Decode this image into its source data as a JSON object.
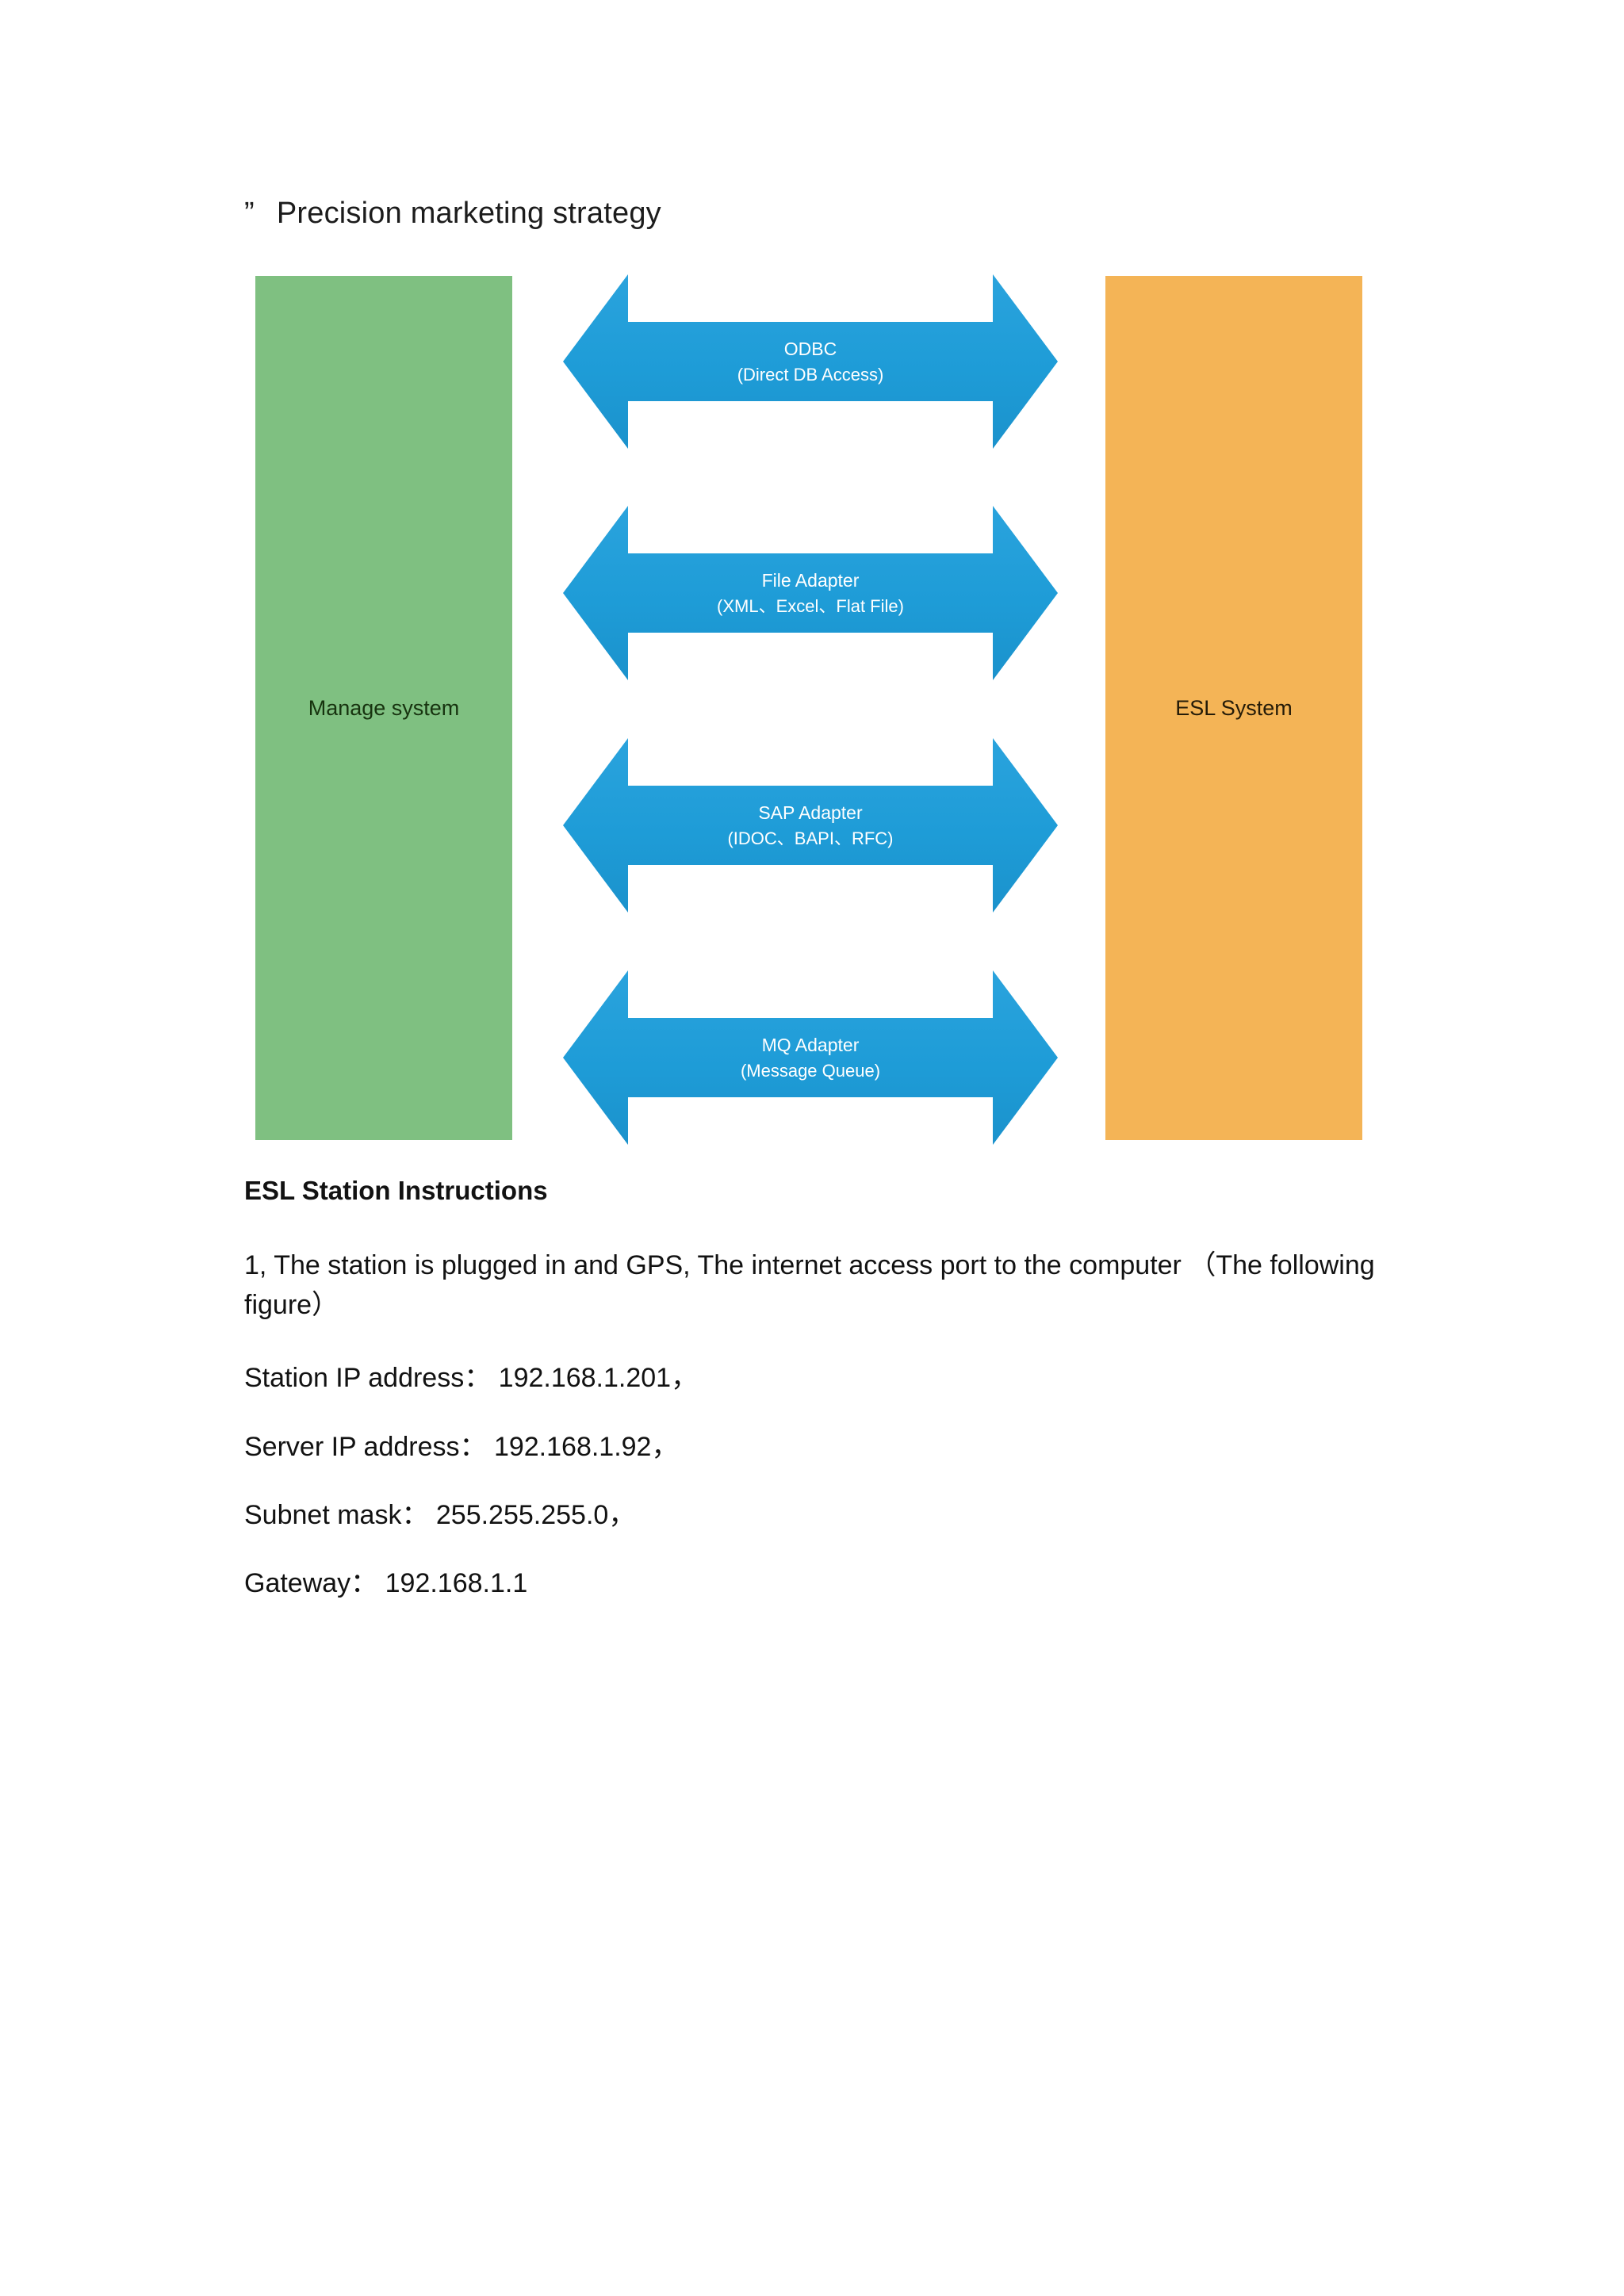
{
  "document": {
    "heading": {
      "bullet": "”",
      "text": "Precision marketing strategy"
    },
    "diagram": {
      "left_box_label": "Manage system",
      "right_box_label": "ESL System",
      "left_box_color": "#7fc081",
      "right_box_color": "#f4b456",
      "arrow_color": "#1e9cd7",
      "arrows": [
        {
          "title": "ODBC",
          "subtitle": "(Direct DB Access)"
        },
        {
          "title": "File Adapter",
          "subtitle": "(XML、Excel、Flat File)"
        },
        {
          "title": "SAP Adapter",
          "subtitle": "(IDOC、BAPI、RFC)"
        },
        {
          "title": "MQ Adapter",
          "subtitle": "(Message Queue)"
        }
      ]
    },
    "section_title": "ESL Station Instructions",
    "paragraphs": [
      "1, The station is plugged in and GPS, The internet access port to the computer （The following figure）",
      "Station IP address： 192.168.1.201，",
      "Server IP address： 192.168.1.92，",
      "Subnet mask： 255.255.255.0，",
      "Gateway： 192.168.1.1"
    ]
  }
}
